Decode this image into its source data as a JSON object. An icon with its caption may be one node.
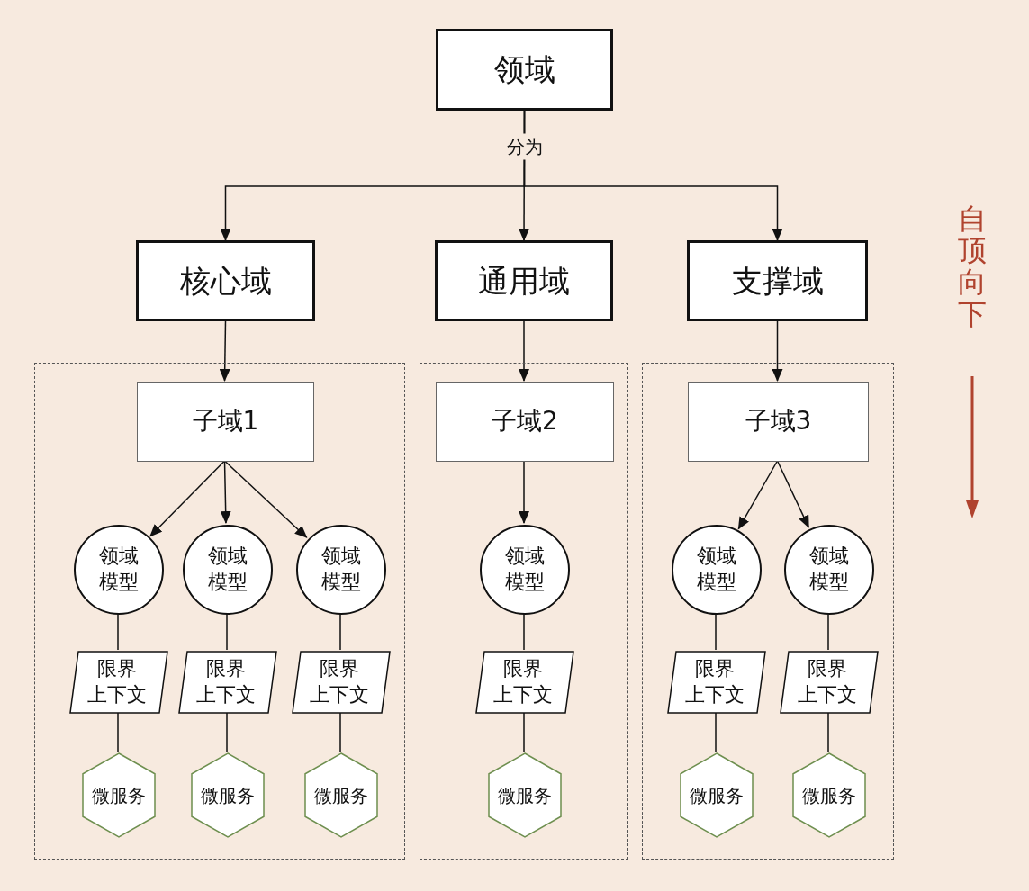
{
  "diagram": {
    "nodes": [
      {
        "text": [
          "领域"
        ]
      },
      {
        "text": [
          "核心域"
        ]
      },
      {
        "text": [
          "通用域"
        ]
      },
      {
        "text": [
          "支撑域"
        ]
      },
      {
        "text": [],
        "shape": "box"
      },
      {
        "text": [
          "子域1"
        ],
        "in": 4
      },
      {
        "text": [
          "领域模型"
        ],
        "in": 4
      },
      {
        "text": [
          "领域模型"
        ],
        "in": 4
      },
      {
        "text": [
          "领域模型"
        ],
        "in": 4
      },
      {
        "text": [
          "限界上下文"
        ],
        "in": 4
      },
      {
        "text": [
          "限界上下文"
        ],
        "in": 4
      },
      {
        "text": [
          "限界上下文"
        ],
        "in": 4
      },
      {
        "text": [
          "微服务"
        ],
        "in": 4
      },
      {
        "text": [
          "微服务"
        ],
        "in": 4
      },
      {
        "text": [
          "微服务"
        ],
        "in": 4
      },
      {
        "text": [],
        "shape": "box"
      },
      {
        "text": [
          "子域2"
        ],
        "in": 15
      },
      {
        "text": [
          "领域模型"
        ],
        "in": 15
      },
      {
        "text": [
          "限界上下文"
        ],
        "in": 15
      },
      {
        "text": [
          "微服务"
        ],
        "in": 15
      },
      {
        "text": [],
        "shape": "box"
      },
      {
        "text": [
          "子域3"
        ],
        "in": 20
      },
      {
        "text": [
          "领域模型"
        ],
        "in": 20
      },
      {
        "text": [
          "领域模型"
        ],
        "in": 20
      },
      {
        "text": [
          "限界上下文"
        ],
        "in": 20
      },
      {
        "text": [
          "限界上下文"
        ],
        "in": 20
      },
      {
        "text": [
          "微服务"
        ],
        "in": 20
      },
      {
        "text": [
          "微服务"
        ],
        "in": 20
      }
    ],
    "edges": [
      {
        "from": 0,
        "to": 1,
        "arrow": "to"
      },
      {
        "from": 0,
        "to": 2,
        "arrow": "to",
        "label": "分为"
      },
      {
        "from": 0,
        "to": 3,
        "arrow": "to"
      },
      {
        "from": 1,
        "to": 5,
        "arrow": "to"
      },
      {
        "from": 2,
        "to": 16,
        "arrow": "to"
      },
      {
        "from": 3,
        "to": 21,
        "arrow": "to"
      },
      {
        "from": 5,
        "to": 6,
        "arrow": "to"
      },
      {
        "from": 5,
        "to": 7,
        "arrow": "to"
      },
      {
        "from": 5,
        "to": 8,
        "arrow": "to"
      },
      {
        "from": 6,
        "to": 9,
        "arrow": "none"
      },
      {
        "from": 7,
        "to": 10,
        "arrow": "none"
      },
      {
        "from": 8,
        "to": 11,
        "arrow": "none"
      },
      {
        "from": 9,
        "to": 12,
        "arrow": "none"
      },
      {
        "from": 10,
        "to": 13,
        "arrow": "none"
      },
      {
        "from": 11,
        "to": 14,
        "arrow": "none"
      },
      {
        "from": 16,
        "to": 17,
        "arrow": "to"
      },
      {
        "from": 17,
        "to": 18,
        "arrow": "none"
      },
      {
        "from": 18,
        "to": 19,
        "arrow": "none"
      },
      {
        "from": 21,
        "to": 22,
        "arrow": "to"
      },
      {
        "from": 21,
        "to": 23,
        "arrow": "to"
      },
      {
        "from": 22,
        "to": 24,
        "arrow": "none"
      },
      {
        "from": 23,
        "to": 25,
        "arrow": "none"
      },
      {
        "from": 24,
        "to": 26,
        "arrow": "none"
      },
      {
        "from": 25,
        "to": 27,
        "arrow": "none"
      }
    ],
    "labels": [
      "自顶向下"
    ]
  }
}
